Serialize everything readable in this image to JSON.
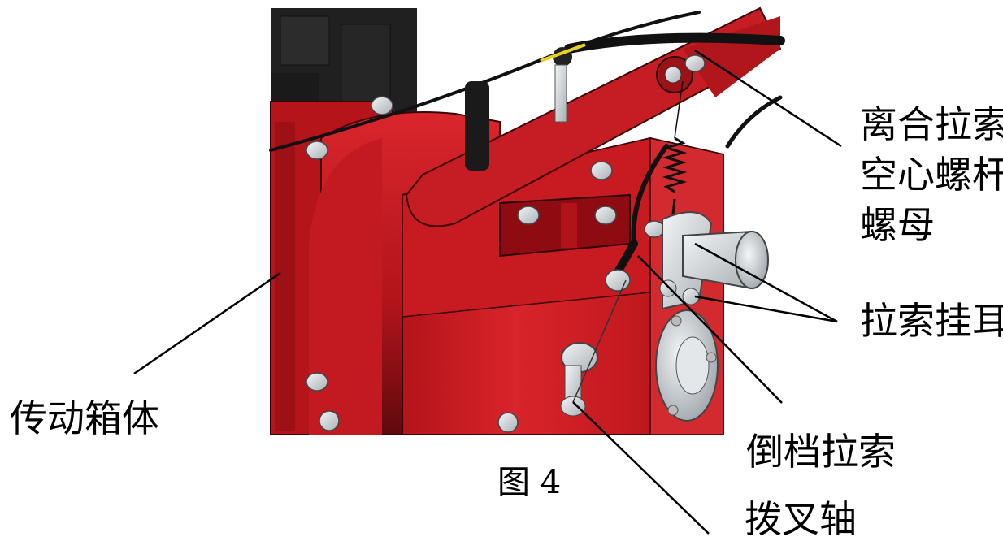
{
  "labels": {
    "clutch_cable_line1": "离合拉索",
    "clutch_cable_line2": "空心螺杆",
    "clutch_cable_line3": "螺母",
    "cable_hanger": "拉索挂耳",
    "transmission_housing": "传动箱体",
    "reverse_cable": "倒档拉索",
    "shift_fork_shaft": "拨叉轴"
  },
  "caption": "图 4",
  "colors": {
    "housing_red": "#c8161d",
    "housing_dark": "#8a0d12",
    "housing_light": "#e0383c",
    "metal": "#d9dde0",
    "black": "#1b1b1b"
  }
}
